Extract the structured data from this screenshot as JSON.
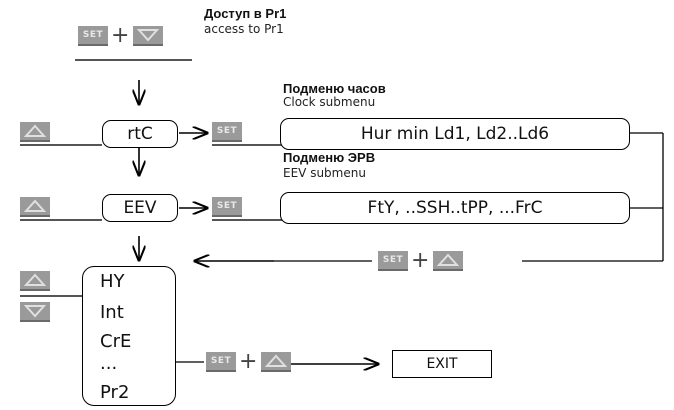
{
  "keys": {
    "set": "SET"
  },
  "access": {
    "title_ru": "Доступ в Pr1",
    "title_en": "access to Pr1"
  },
  "clock": {
    "title_ru": "Подменю часов",
    "title_en": "Clock submenu",
    "menu_label": "rtC",
    "submenu_text": "Hur  min  Ld1, Ld2..Ld6"
  },
  "eev": {
    "title_ru": "Подменю ЭРВ",
    "title_en": "EEV submenu",
    "menu_label": "EEV",
    "submenu_text": "FtY, ..SSH..tPP, ...FrC"
  },
  "param_list": [
    "HY",
    "Int",
    "CrE",
    "...",
    "Pr2"
  ],
  "exit_label": "EXIT",
  "colors": {
    "key_bg": "#9a9a9a",
    "line": "#000000"
  },
  "icons": {
    "up": "triangle-up-icon",
    "down": "triangle-down-icon",
    "arrow": "arrow-icon"
  }
}
